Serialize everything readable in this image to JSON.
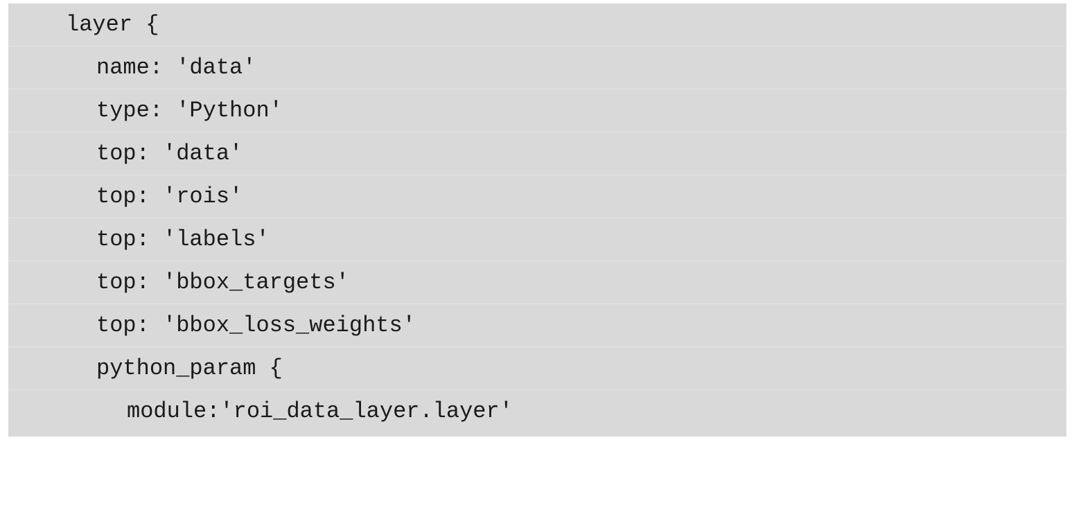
{
  "code": {
    "lines": [
      "layer {",
      "name: 'data'",
      "type: 'Python'",
      "top: 'data'",
      "top: 'rois'",
      "top: 'labels'",
      "top: 'bbox_targets'",
      "top: 'bbox_loss_weights'",
      "python_param {",
      "module:'roi_data_layer.layer'"
    ]
  }
}
